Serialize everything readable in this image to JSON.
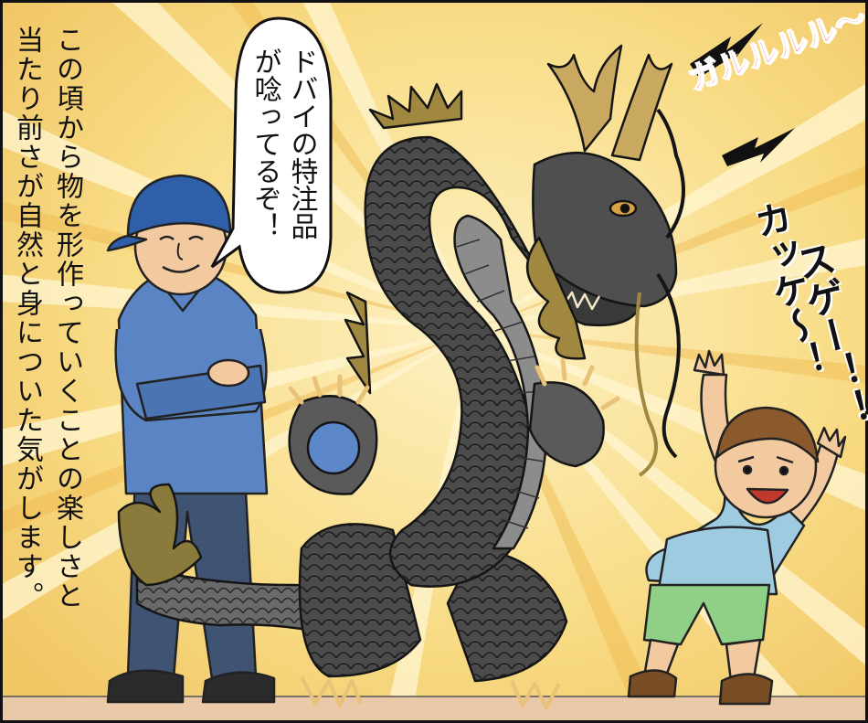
{
  "narration": {
    "column_right": "この頃から物を形作っていくことの楽しさと",
    "column_left": "当たり前さが自然と身についた気がします。"
  },
  "speech_bubble": {
    "line_1": "ドバイの特注品",
    "line_2": "が唸ってるぞ！"
  },
  "sfx": {
    "dragon_growl": "ガルルルル〜",
    "kid_line_1": "スゲー！！",
    "kid_line_2": "カッケ〜！"
  },
  "colors": {
    "background": "#f7d97a",
    "ray": "#fbeeb6",
    "border": "#111111",
    "floor": "#e9c9a8",
    "sfx_red": "#e8141a"
  }
}
